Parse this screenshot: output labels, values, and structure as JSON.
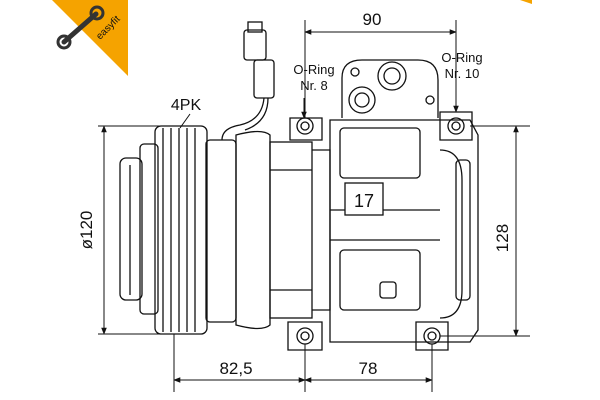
{
  "badge": {
    "text": "easyfit",
    "color": "#f5a300",
    "icon": "wrench-icon"
  },
  "dimensions": {
    "top_width": "90",
    "pulley_diameter": "ø120",
    "height": "128",
    "bottom_left": "82,5",
    "bottom_right": "78"
  },
  "labels": {
    "belt": "4PK",
    "oring_left_line1": "O-Ring",
    "oring_left_line2": "Nr. 8",
    "oring_right_line1": "O-Ring",
    "oring_right_line2": "Nr. 10",
    "part_number": "17"
  }
}
